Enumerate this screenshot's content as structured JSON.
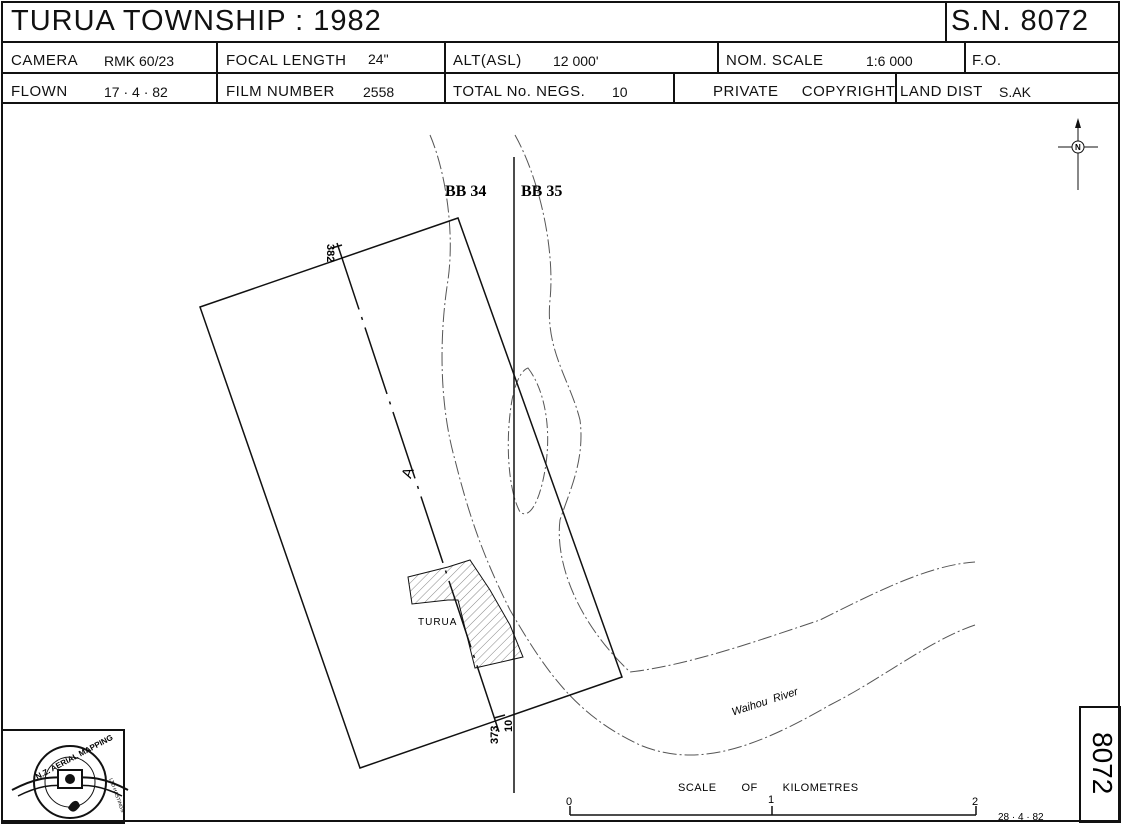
{
  "title": "TURUA  TOWNSHIP  :  1982",
  "survey_number": "S.N. 8072",
  "header": {
    "camera_label": "CAMERA",
    "camera_value": "RMK  60/23",
    "focal_label": "FOCAL LENGTH",
    "focal_value": "24\"",
    "alt_label": "ALT(ASL)",
    "alt_value": "12 000'",
    "nom_scale_label": "NOM.  SCALE",
    "nom_scale_value": "1:6 000",
    "fo_label": "F.O.",
    "flown_label": "FLOWN",
    "flown_value": "17 · 4 · 82",
    "film_label": "FILM NUMBER",
    "film_value": "2558",
    "negs_label": "TOTAL No. NEGS.",
    "negs_value": "10",
    "copyright_label": "PRIVATE     COPYRIGHT",
    "land_label": "LAND DIST",
    "land_value": "S.AK"
  },
  "map": {
    "sheet_left": "BB 34",
    "sheet_right": "BB 35",
    "run_label": "A",
    "photo_start": "382",
    "photo_end_top": "10",
    "photo_end_bottom": "373",
    "town_label": "TURUA",
    "river_name": "Waihou  River",
    "north_label": "N"
  },
  "scale_bar": {
    "title": "SCALE       OF       KILOMETRES",
    "ticks": [
      "0",
      "1",
      "2"
    ]
  },
  "date_stamp": "28 · 4 · 82",
  "side_number": "8072",
  "logo": {
    "text_top": "N.Z. AERIAL MAPPING",
    "text_side": "LTD HASTINGS"
  },
  "colors": {
    "ink": "#111111",
    "river": "#555555",
    "hatch": "#888888"
  }
}
